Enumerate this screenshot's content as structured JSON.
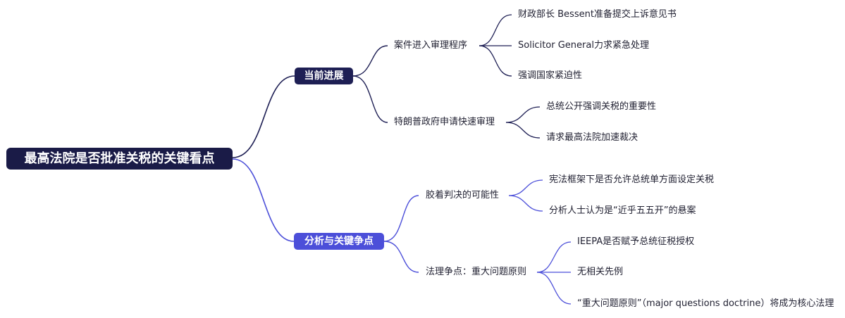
{
  "root": {
    "label": "最高法院是否批准关税的关键看点"
  },
  "branches": [
    {
      "label": "当前进展",
      "color": "#1e1f54",
      "children": [
        {
          "label": "案件进入审理程序",
          "children": [
            "财政部长 Bessent准备提交上诉意见书",
            "Solicitor General力求紧急处理",
            "强调国家紧迫性"
          ]
        },
        {
          "label": "特朗普政府申请快速审理",
          "children": [
            "总统公开强调关税的重要性",
            "请求最高法院加速裁决"
          ]
        }
      ]
    },
    {
      "label": "分析与关键争点",
      "color": "#4c4fd9",
      "children": [
        {
          "label": "胶着判决的可能性",
          "children": [
            "宪法框架下是否允许总统单方面设定关税",
            "分析人士认为是“近乎五五开”的悬案"
          ]
        },
        {
          "label": "法理争点：重大问题原则",
          "children": [
            "IEEPA是否赋予总统征税授权",
            "无相关先例",
            "“重大问题原则”（major questions doctrine）将成为核心法理"
          ]
        }
      ]
    }
  ]
}
